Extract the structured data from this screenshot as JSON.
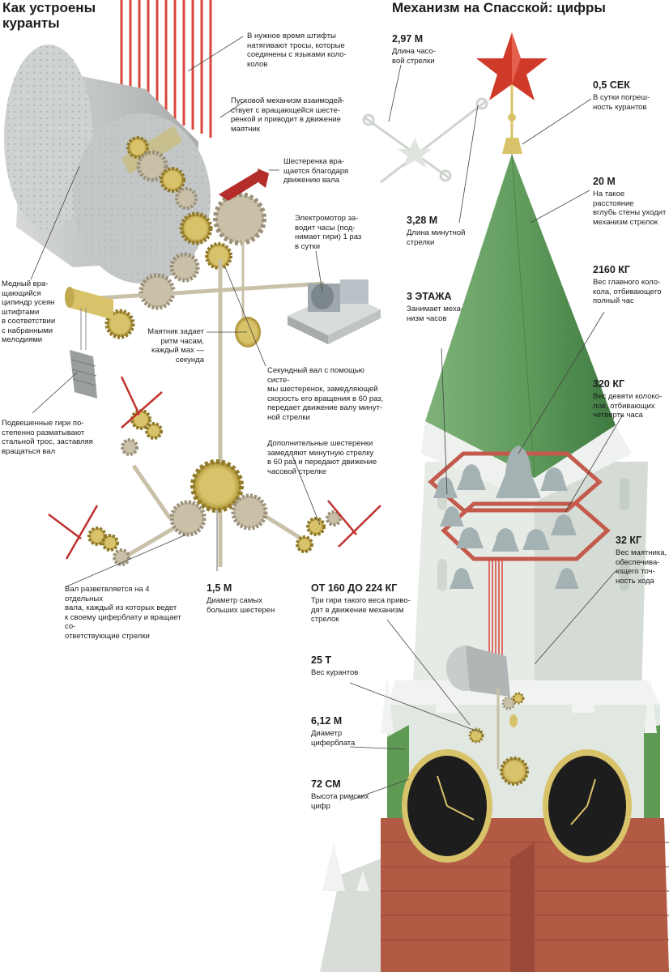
{
  "titles": {
    "left": "Как устроены\nкуранты",
    "right": "Механизм на Спасской: цифры"
  },
  "left_notes": {
    "cables": "В нужное время штифты\nнатягивают тросы, которые\nсоединены с языками коло-\nколов",
    "trigger": "Пусковой механизм взаимодей-\nствует с вращающейся шесте-\nренкой и приводит в движение\nмаятник",
    "gear_shaft": "Шестеренка вра-\nщается благодаря\nдвижению вала",
    "motor": "Электромотор за-\nводит часы (под-\nнимает гири) 1 раз\nв сутки",
    "cylinder": "Медный вра-\nщающийся\nцилиндр усеян\nштифтами\nв соответствии\nс набранными\nмелодиями",
    "pendulum": "Маятник задает\nритм часам,\nкаждый мах —\nсекунда",
    "second_shaft": "Секундный вал с помощью систе-\nмы шестеренок, замедляющей\nскорость его вращения в 60 раз,\nпередает движение валу минут-\nной стрелки",
    "weights": "Подвешенные гири по-\nстепенно разматывают\nстальной трос, заставляя\nвращаться вал",
    "extra_gears": "Дополнительные шестеренки\nзамедляют минутную стрелку\nв 60 раз и передают движение\nчасовой стрелке",
    "shaft_split": "Вал разветвляется на 4 отдельных\nвала, каждый из которых ведет\nк своему циферблату и вращает со-\nответствующие стрелки"
  },
  "facts": {
    "hour_hand": {
      "value": "2,97 М",
      "desc": "Длина часо-\nвой стрелки"
    },
    "minute_hand": {
      "value": "3,28 М",
      "desc": "Длина минутной\nстрелки"
    },
    "floors": {
      "value": "3 ЭТАЖА",
      "desc": "Занимает меха-\nнизм часов"
    },
    "gear_diameter": {
      "value": "1,5 М",
      "desc": "Диаметр самых\nбольших шестерен"
    },
    "weight_range": {
      "value": "ОТ 160 ДО 224 КГ",
      "desc": "Три гири такого веса приво-\nдят в движение механизм\nстрелок"
    },
    "chime_weight": {
      "value": "25 Т",
      "desc": "Вес курантов"
    },
    "dial_diameter": {
      "value": "6,12 М",
      "desc": "Диаметр\nциферблата"
    },
    "numeral_height": {
      "value": "72 СМ",
      "desc": "Высота римских\nцифр"
    },
    "error": {
      "value": "0,5 СЕК",
      "desc": "В сутки погреш-\nность курантов"
    },
    "depth": {
      "value": "20 М",
      "desc": "На такое расстояние\nвглубь стены уходит\nмеханизм стрелок"
    },
    "main_bell": {
      "value": "2160 КГ",
      "desc": "Вес главного коло-\nкола, отбивающего\nполный час"
    },
    "nine_bells": {
      "value": "320 КГ",
      "desc": "Вес девяти колоко-\nлов, отбивающих\nчетверть часа"
    },
    "pendulum_weight": {
      "value": "32 КГ",
      "desc": "Вес маятника,\nобеспечива-\nющего точ-\nность хода"
    }
  },
  "colors": {
    "roof_green": "#5e9a5a",
    "roof_green_dark": "#3f7a41",
    "wall_white": "#e6ebe6",
    "brick_red": "#b35a45",
    "gold": "#d9c36a",
    "gear_gray": "#c9c0a8",
    "cylinder_gray": "#b5b8b8",
    "cable_red": "#d9463c",
    "star_red": "#d03a2a",
    "ring_red": "#c35a4c",
    "clock_black": "#1d1d1d",
    "leader_gray": "#444444"
  }
}
